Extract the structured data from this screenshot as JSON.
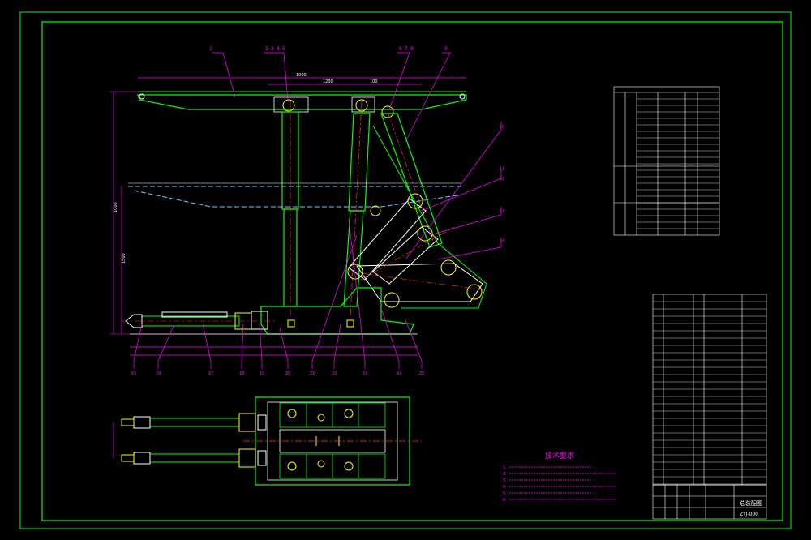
{
  "drawing": {
    "part_labels_top": [
      "1",
      "2",
      "3",
      "4",
      "5",
      "6",
      "7",
      "8",
      "9"
    ],
    "dimensions_top": [
      "1000",
      "1200",
      "100"
    ],
    "dimensions_left": [
      "1000",
      "1500"
    ],
    "part_labels_right": [
      "10",
      "11",
      "12",
      "13",
      "14"
    ],
    "part_labels_bottom": [
      "15",
      "16",
      "17",
      "18",
      "19",
      "20",
      "21",
      "22",
      "23",
      "24",
      "25"
    ],
    "technical_requirements": {
      "title": "技术要求",
      "items": [
        "1.",
        "2.",
        "3.",
        "4.",
        "5.",
        "6."
      ]
    },
    "title_block": {
      "part_name": "总装配图",
      "drawing_number": "ZYJ-000"
    },
    "colors": {
      "frame": "#00ff00",
      "outline": "#00ff00",
      "centerline": "#ff3333",
      "leader": "#ff00ff",
      "dimension": "#ff00ff",
      "hidden": "#66ccff",
      "detail": "#ffffff",
      "yellow": "#ffff00"
    }
  }
}
